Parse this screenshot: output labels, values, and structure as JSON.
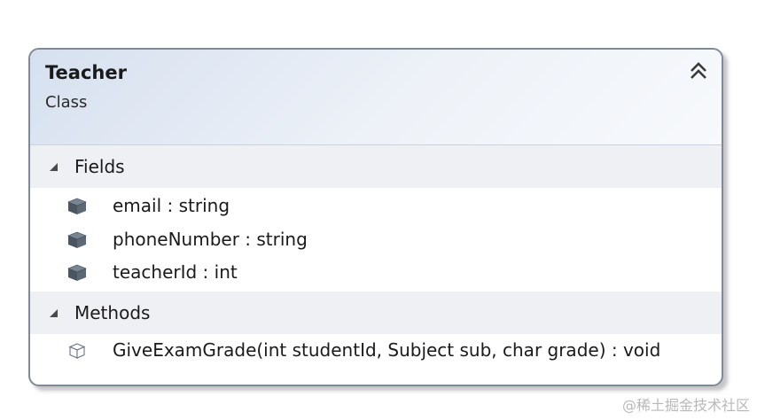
{
  "class": {
    "name": "Teacher",
    "kind": "Class"
  },
  "fields_section": {
    "label": "Fields",
    "items": [
      {
        "text": "email : string",
        "icon": "field-icon"
      },
      {
        "text": "phoneNumber : string",
        "icon": "field-icon"
      },
      {
        "text": "teacherId : int",
        "icon": "field-icon"
      }
    ]
  },
  "methods_section": {
    "label": "Methods",
    "items": [
      {
        "text": "GiveExamGrade(int studentId, Subject sub, char grade) : void",
        "icon": "method-icon"
      }
    ]
  },
  "watermark": "@稀土掘金技术社区",
  "colors": {
    "border": "#7f8a98",
    "header_gradient_start": "#d6e0ef",
    "section_header_bg": "#eef0f3",
    "field_icon": "#4a5562"
  }
}
